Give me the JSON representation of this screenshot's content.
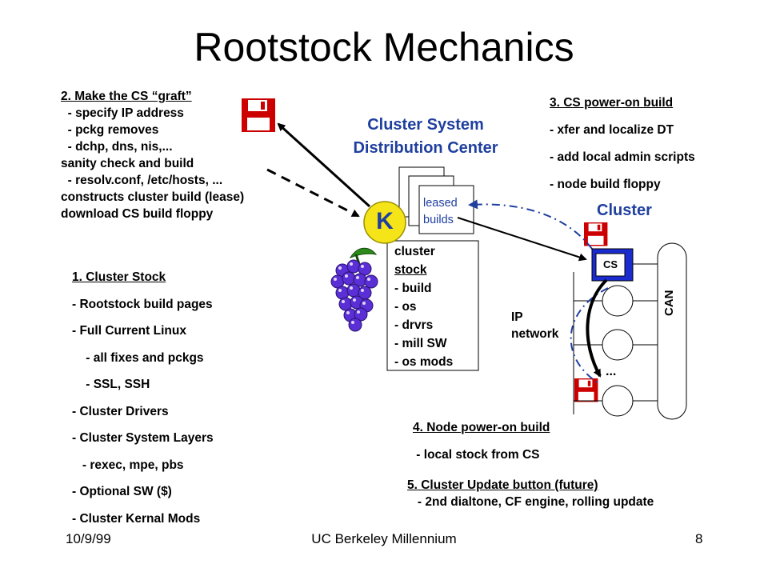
{
  "title": "Rootstock Mechanics",
  "graft": {
    "heading": "2. Make the CS “graft”",
    "lines": [
      "  - specify IP address",
      "  - pckg removes",
      "  - dchp, dns, nis,...",
      "sanity check and build",
      "  - resolv.conf, /etc/hosts, ...",
      "constructs cluster build (lease)",
      "download CS build floppy"
    ]
  },
  "center": {
    "label_line1": "Cluster System",
    "label_line2": "Distribution Center",
    "k_label": "K",
    "leased_line1": "leased",
    "leased_line2": "builds",
    "stock_heading1": "cluster",
    "stock_heading2": "stock",
    "stock_items": [
      "- build",
      "- os",
      "- drvrs",
      "- mill SW",
      "- os mods"
    ]
  },
  "cluster_stock": {
    "heading": "1. Cluster Stock",
    "lines": [
      "- Rootstock build pages",
      "- Full Current Linux",
      "    - all fixes and pckgs",
      "    - SSL, SSH",
      "- Cluster Drivers",
      "- Cluster System Layers",
      "   - rexec, mpe, pbs",
      "- Optional SW ($)",
      "- Cluster Kernal Mods"
    ]
  },
  "poweron": {
    "heading": "3. CS power-on build",
    "lines": [
      "- xfer and localize DT",
      "- add local admin scripts",
      "- node build floppy"
    ]
  },
  "cluster": {
    "label": "Cluster",
    "cs_label": "CS",
    "ip_line1": "IP",
    "ip_line2": "network",
    "can_label": "CAN",
    "ellipsis": "..."
  },
  "node_build": {
    "heading": "4. Node power-on build",
    "line": " - local stock from CS"
  },
  "update": {
    "heading": "5. Cluster Update button (future)",
    "line": "   - 2nd dialtone, CF engine, rolling update"
  },
  "footer": {
    "date": "10/9/99",
    "org": "UC Berkeley Millennium",
    "page": "8"
  },
  "colors": {
    "accent_blue": "#1f3f9f",
    "floppy_red": "#cc0000",
    "grape_purple": "#5b2fd6",
    "k_yellow": "#f5e418"
  }
}
